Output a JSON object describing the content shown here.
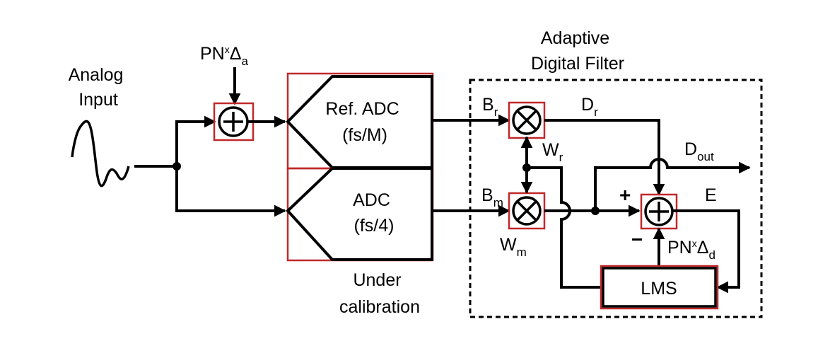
{
  "labels": {
    "analog_input_line1": "Analog",
    "analog_input_line2": "Input",
    "dither_a": {
      "main": "PN",
      "sup": "x",
      "delta": "Δ",
      "sub": "a"
    },
    "ref_adc_line1": "Ref. ADC",
    "ref_adc_line2": "(fs/M)",
    "adc_line1": "ADC",
    "adc_line2": "(fs/4)",
    "under_cal_line1": "Under",
    "under_cal_line2": "calibration",
    "adaptive_line1": "Adaptive",
    "adaptive_line2": "Digital Filter",
    "br": {
      "main": "B",
      "sub": "r"
    },
    "bm": {
      "main": "B",
      "sub": "m"
    },
    "wr": {
      "main": "W",
      "sub": "r"
    },
    "wm": {
      "main": "W",
      "sub": "m"
    },
    "dr": {
      "main": "D",
      "sub": "r"
    },
    "dout": {
      "main": "D",
      "sub": "out"
    },
    "e": "E",
    "plus": "+",
    "minus": "−",
    "dither_d": {
      "main": "PN",
      "sup": "x",
      "delta": "Δ",
      "sub": "d"
    },
    "lms": "LMS"
  },
  "colors": {
    "highlight_box": "#c0282a",
    "line": "#000000"
  }
}
